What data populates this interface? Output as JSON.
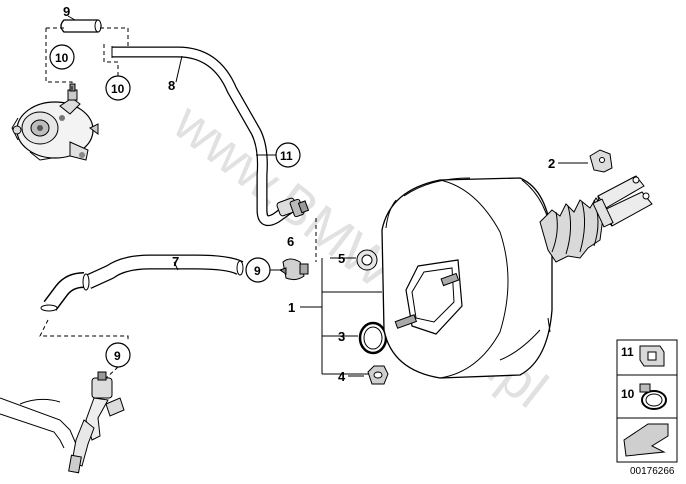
{
  "parts": {
    "p1": "1",
    "p2": "2",
    "p3": "3",
    "p4": "4",
    "p5": "5",
    "p6": "6",
    "p7": "7",
    "p8": "8",
    "p9_top": "9",
    "p9_mid": "9",
    "p9_bottom": "9"
  },
  "references": {
    "r10_a": "10",
    "r10_b": "10",
    "r11": "11",
    "r9_mid": "9",
    "r9_bottom": "9"
  },
  "legend": {
    "item_11": "11",
    "item_10": "10"
  },
  "watermark": "www.BMW-store.pl",
  "diagram_number": "00176266",
  "colors": {
    "line": "#000000",
    "fill": "#ffffff",
    "watermark": "#d8d8d8",
    "legend_bg": "#ffffff"
  }
}
